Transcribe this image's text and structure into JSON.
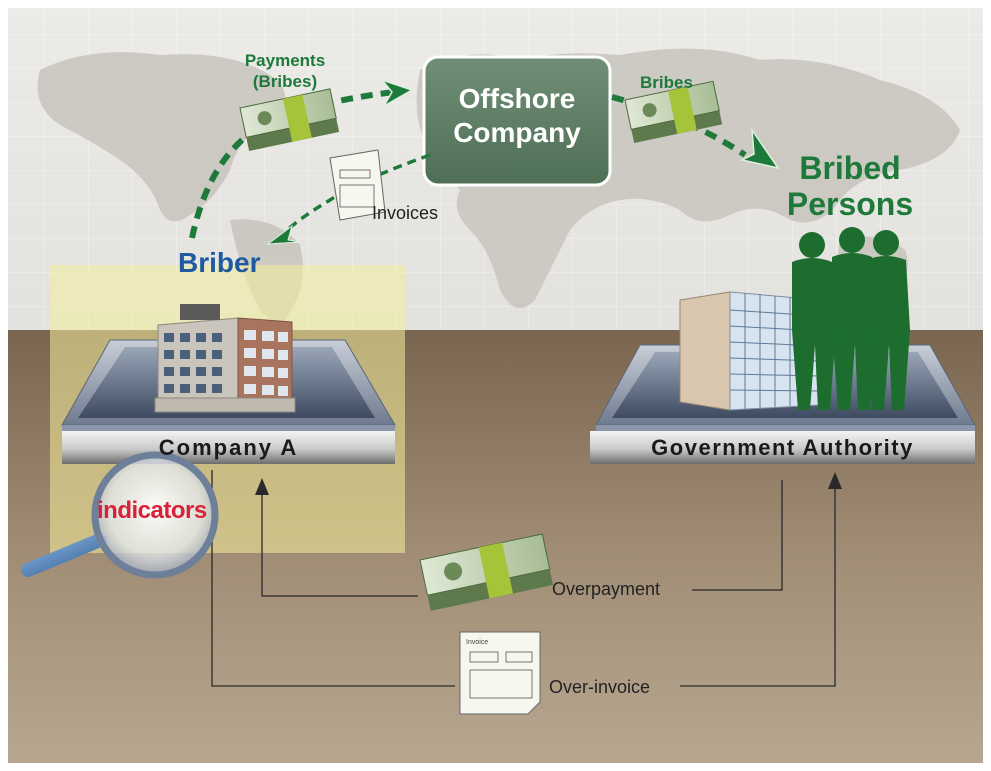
{
  "labels": {
    "payments_line1": "Payments",
    "payments_line2": "(Bribes)",
    "offshore_line1": "Offshore",
    "offshore_line2": "Company",
    "bribes": "Bribes",
    "bribed_line1": "Bribed",
    "bribed_line2": "Persons",
    "invoices": "Invoices",
    "briber": "Briber",
    "company_a": "Company A",
    "government": "Government Authority",
    "indicators": "indicators",
    "overpayment": "Overpayment",
    "over_invoice": "Over-invoice",
    "invoice_doc": "Invoice"
  },
  "colors": {
    "flow_green": "#1e7a3a",
    "offshore_box": "#5d7d63",
    "briber_blue": "#1f5aa0",
    "indicators_red": "#d8213b",
    "ground": "#93806a",
    "sky": "#e8e7e4"
  }
}
